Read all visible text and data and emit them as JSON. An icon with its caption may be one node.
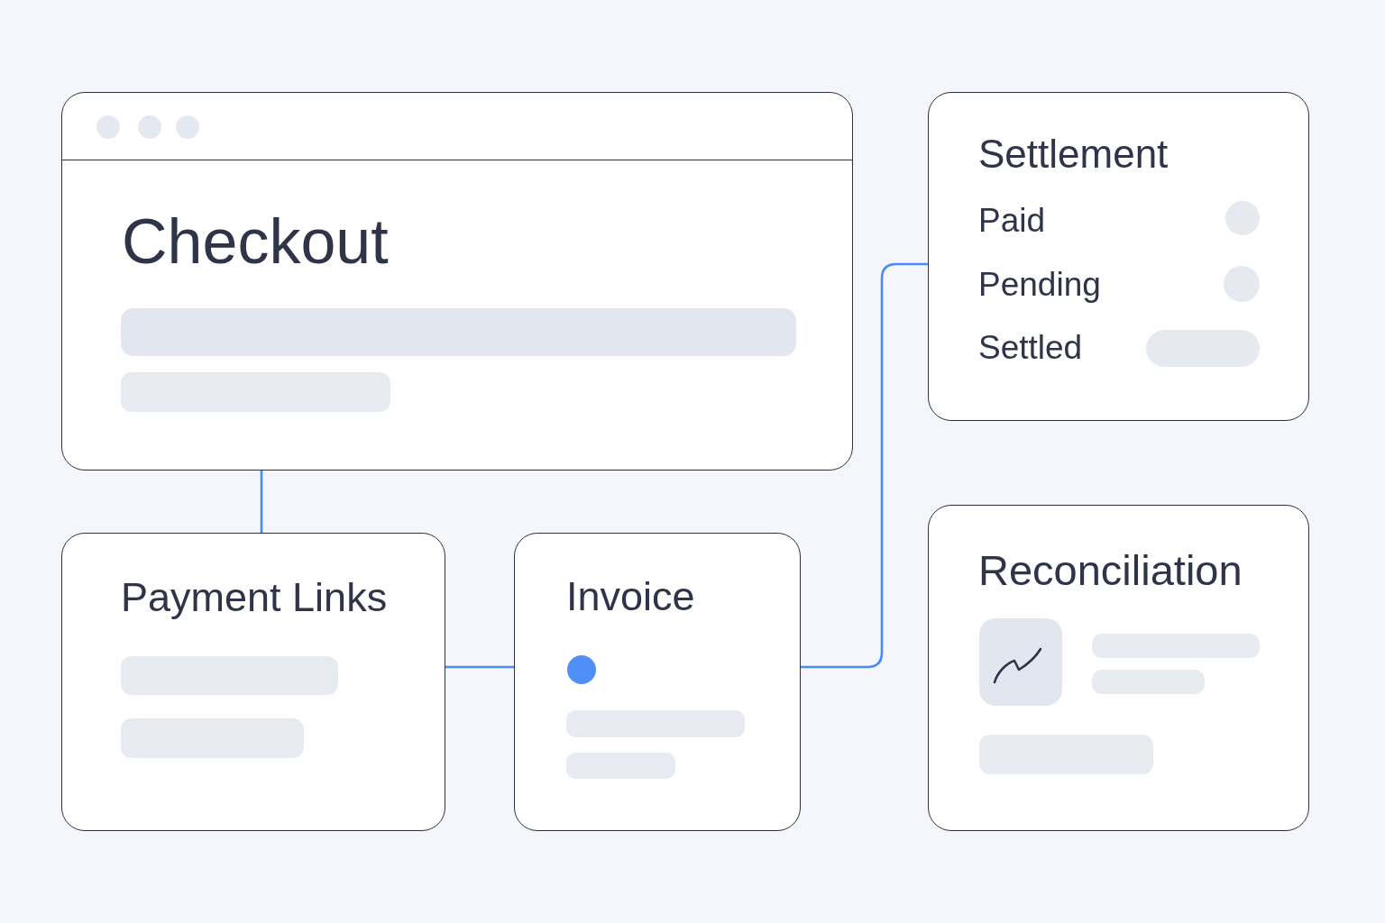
{
  "diagram": {
    "nodes": [
      {
        "text": [
          "Checkout"
        ]
      },
      {
        "text": [
          "Settlement",
          "Paid",
          "Pending",
          "Settled"
        ]
      },
      {
        "text": [
          "Payment Links"
        ]
      },
      {
        "text": [
          "Invoice"
        ]
      },
      {
        "text": [
          "Reconciliation"
        ]
      }
    ],
    "edges": [
      {
        "from": 0,
        "to": 2,
        "arrow": "none"
      },
      {
        "from": 2,
        "to": 3,
        "arrow": "none"
      },
      {
        "from": 3,
        "to": 1,
        "arrow": "none"
      }
    ]
  }
}
